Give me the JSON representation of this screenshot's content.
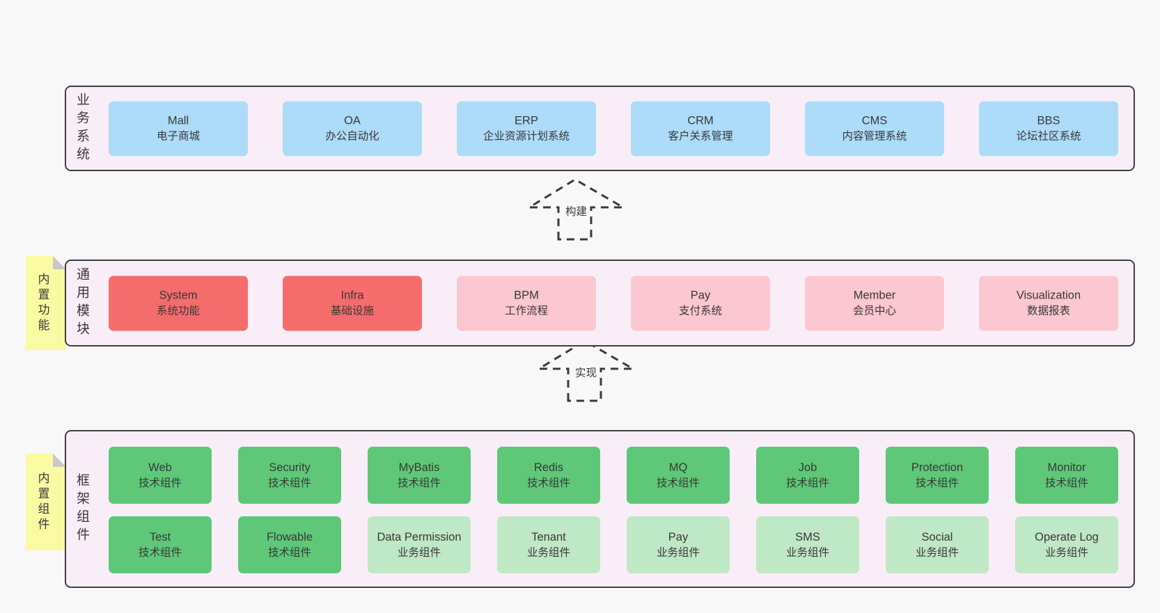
{
  "diagram": {
    "layers": {
      "business": {
        "label": "业务系统",
        "boxes": [
          {
            "name": "Mall",
            "desc": "电子商城",
            "variant": "blue"
          },
          {
            "name": "OA",
            "desc": "办公自动化",
            "variant": "blue"
          },
          {
            "name": "ERP",
            "desc": "企业资源计划系统",
            "variant": "blue"
          },
          {
            "name": "CRM",
            "desc": "客户关系管理",
            "variant": "blue"
          },
          {
            "name": "CMS",
            "desc": "内容管理系统",
            "variant": "blue"
          },
          {
            "name": "BBS",
            "desc": "论坛社区系统",
            "variant": "blue"
          }
        ]
      },
      "modules": {
        "label": "通用模块",
        "tag": "内置功能",
        "boxes": [
          {
            "name": "System",
            "desc": "系统功能",
            "variant": "red"
          },
          {
            "name": "Infra",
            "desc": "基础设施",
            "variant": "red"
          },
          {
            "name": "BPM",
            "desc": "工作流程",
            "variant": "pink"
          },
          {
            "name": "Pay",
            "desc": "支付系统",
            "variant": "pink"
          },
          {
            "name": "Member",
            "desc": "会员中心",
            "variant": "pink"
          },
          {
            "name": "Visualization",
            "desc": "数据报表",
            "variant": "pink"
          }
        ]
      },
      "components": {
        "label": "框架组件",
        "tag": "内置组件",
        "rows": [
          [
            {
              "name": "Web",
              "desc": "技术组件",
              "variant": "green"
            },
            {
              "name": "Security",
              "desc": "技术组件",
              "variant": "green"
            },
            {
              "name": "MyBatis",
              "desc": "技术组件",
              "variant": "green"
            },
            {
              "name": "Redis",
              "desc": "技术组件",
              "variant": "green"
            },
            {
              "name": "MQ",
              "desc": "技术组件",
              "variant": "green"
            },
            {
              "name": "Job",
              "desc": "技术组件",
              "variant": "green"
            },
            {
              "name": "Protection",
              "desc": "技术组件",
              "variant": "green"
            },
            {
              "name": "Monitor",
              "desc": "技术组件",
              "variant": "green"
            }
          ],
          [
            {
              "name": "Test",
              "desc": "技术组件",
              "variant": "green"
            },
            {
              "name": "Flowable",
              "desc": "技术组件",
              "variant": "green"
            },
            {
              "name": "Data Permission",
              "desc": "业务组件",
              "variant": "green-light"
            },
            {
              "name": "Tenant",
              "desc": "业务组件",
              "variant": "green-light"
            },
            {
              "name": "Pay",
              "desc": "业务组件",
              "variant": "green-light"
            },
            {
              "name": "SMS",
              "desc": "业务组件",
              "variant": "green-light"
            },
            {
              "name": "Social",
              "desc": "业务组件",
              "variant": "green-light"
            },
            {
              "name": "Operate Log",
              "desc": "业务组件",
              "variant": "green-light"
            }
          ]
        ]
      }
    },
    "arrows": [
      {
        "label": "构建"
      },
      {
        "label": "实现"
      }
    ],
    "colors": {
      "page_bg": "#f8f8f8",
      "band_bg": "#f9eef8",
      "band_border": "#3f3f3f",
      "blue": "#addcf8",
      "red": "#f56c6c",
      "pink": "#fbc7d1",
      "green": "#5ec878",
      "green_light": "#bfe8c5",
      "tag_yellow": "#fafaa2",
      "fold_gray": "#c8c8c8",
      "text": "#383838"
    }
  }
}
